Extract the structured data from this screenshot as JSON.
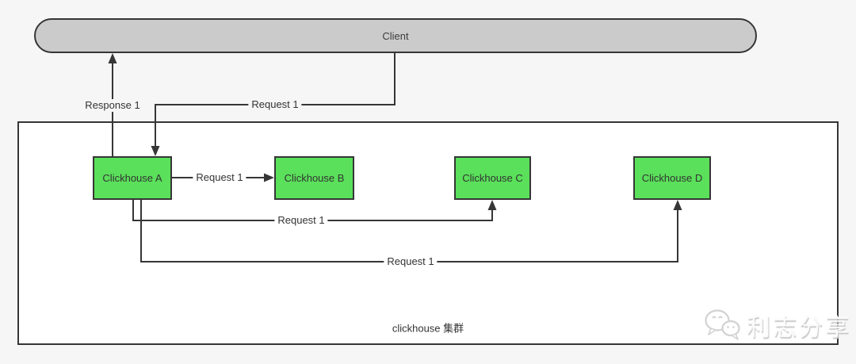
{
  "client": {
    "label": "Client"
  },
  "cluster": {
    "label": "clickhouse 集群"
  },
  "nodes": [
    {
      "id": "clickhouse-a",
      "label": "Clickhouse A"
    },
    {
      "id": "clickhouse-b",
      "label": "Clickhouse B"
    },
    {
      "id": "clickhouse-c",
      "label": "Clickhouse C"
    },
    {
      "id": "clickhouse-d",
      "label": "Clickhouse D"
    }
  ],
  "edges": {
    "a_response_client": {
      "label": "Response 1"
    },
    "client_request_a": {
      "label": "Request 1"
    },
    "a_request_b": {
      "label": "Request 1"
    },
    "a_request_c": {
      "label": "Request 1"
    },
    "a_request_d": {
      "label": "Request 1"
    }
  },
  "watermark": {
    "text": "利志分享"
  },
  "colors": {
    "node_fill": "#5ae05a",
    "node_border": "#363636",
    "client_fill": "#cbcbcb",
    "cluster_fill": "#ffffff",
    "line": "#363636",
    "background": "#f6f6f6"
  }
}
